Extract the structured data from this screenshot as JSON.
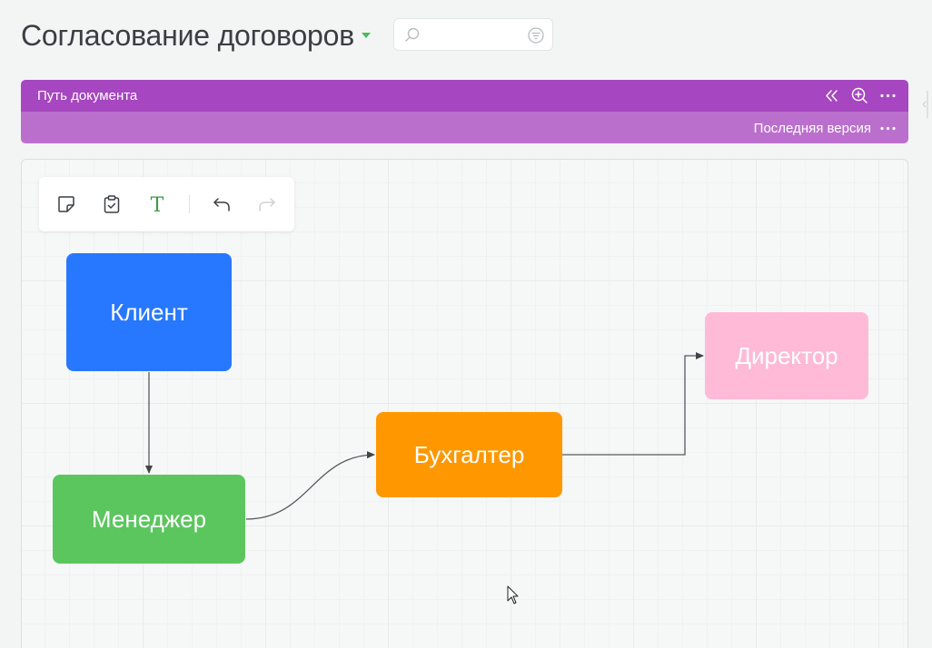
{
  "header": {
    "title": "Согласование договоров",
    "search_placeholder": "",
    "search_value": ""
  },
  "doc_panel": {
    "title": "Путь документа",
    "version_label": "Последняя версия",
    "icons": [
      "collapse-left-icon",
      "zoom-in-icon",
      "more-icon"
    ]
  },
  "toolbar": {
    "tools": [
      "sticky-note-icon",
      "clipboard-check-icon",
      "text-icon",
      "undo-icon",
      "redo-icon"
    ],
    "text_glyph": "T"
  },
  "diagram": {
    "nodes": [
      {
        "id": "client",
        "label": "Клиент",
        "color": "#2878ff"
      },
      {
        "id": "manager",
        "label": "Менеджер",
        "color": "#5bc65e"
      },
      {
        "id": "accountant",
        "label": "Бухгалтер",
        "color": "#ff9800"
      },
      {
        "id": "director",
        "label": "Директор",
        "color": "#ffbad7"
      }
    ],
    "edges": [
      {
        "from": "client",
        "to": "manager"
      },
      {
        "from": "manager",
        "to": "accountant"
      },
      {
        "from": "accountant",
        "to": "director"
      }
    ]
  },
  "colors": {
    "accent_green": "#4cbb5c",
    "panel_purple": "#a646c0",
    "panel_purple_light": "#bb6fcc"
  }
}
